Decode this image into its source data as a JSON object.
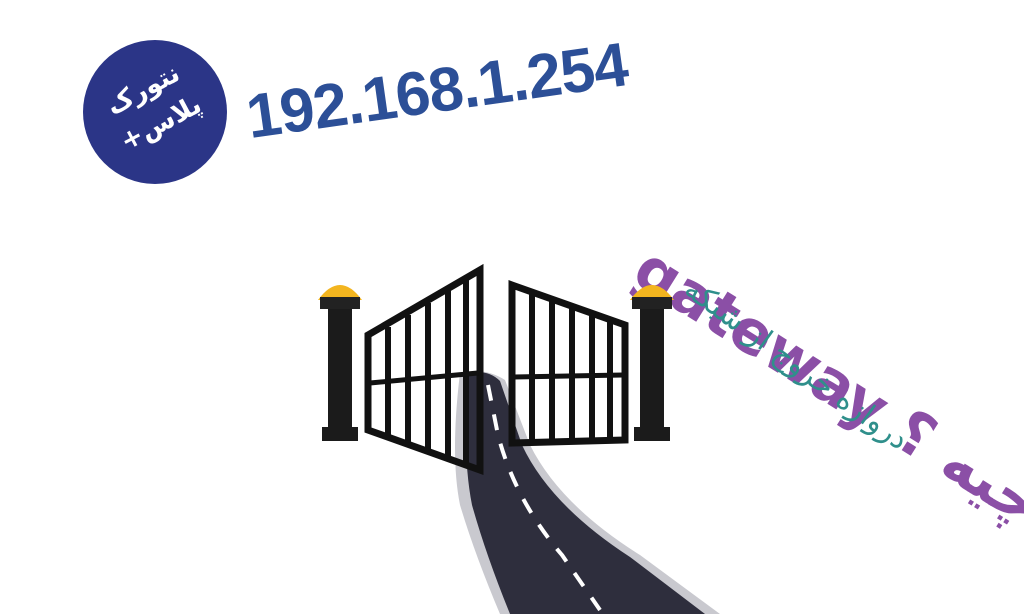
{
  "badge": {
    "line1": "نتورک",
    "line2": "پلاس+"
  },
  "ip_address": "192.168.1.254",
  "title": "gateway چیه ؟",
  "subtitle": "دروازه خروج از شبکه",
  "colors": {
    "badge_bg": "#2b3587",
    "ip_text": "#2c4f97",
    "title_text": "#8b4fa6",
    "subtitle_text": "#2f8f8b",
    "road": "#2e2e3d",
    "lamp": "#f3b51f"
  },
  "icons": [
    "gate-icon",
    "road-icon",
    "lamp-icon"
  ]
}
